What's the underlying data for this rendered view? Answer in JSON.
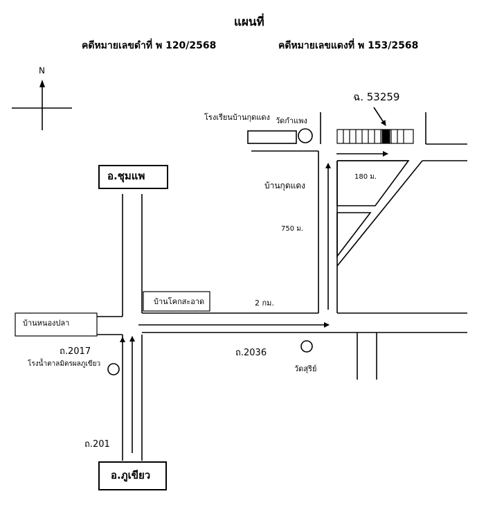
{
  "header": {
    "title": "แผนที่",
    "black_case": "คดีหมายเลขดำที่ พ 120/2568",
    "red_case": "คดีหมายเลขแดงที่ พ 153/2568"
  },
  "compass": {
    "north": "N"
  },
  "places": {
    "chum_phae": "อ.ชุมแพ",
    "phu_khiao": "อ.ภูเขียว",
    "ban_nong_pla": "บ้านหนองปลา",
    "ban_khok_sa_at": "บ้านโคกสะอาด",
    "ban_kut_daeng": "บ้านกุดแดง",
    "school": "โรงเรียนบ้านกุดแดง",
    "wat_kamphaeng": "วัดกำแพง",
    "sugar_factory": "โรงน้ำตาลมิตรผลภูเขียว",
    "wat_suri": "วัดสุริย์",
    "plot_number": "ฉ. 53259"
  },
  "roads": {
    "r2017": "ถ.2017",
    "r201": "ถ.201",
    "r2036": "ถ.2036"
  },
  "distances": {
    "d2km": "2 กม.",
    "d750": "750 ม.",
    "d180": "180 ม."
  }
}
